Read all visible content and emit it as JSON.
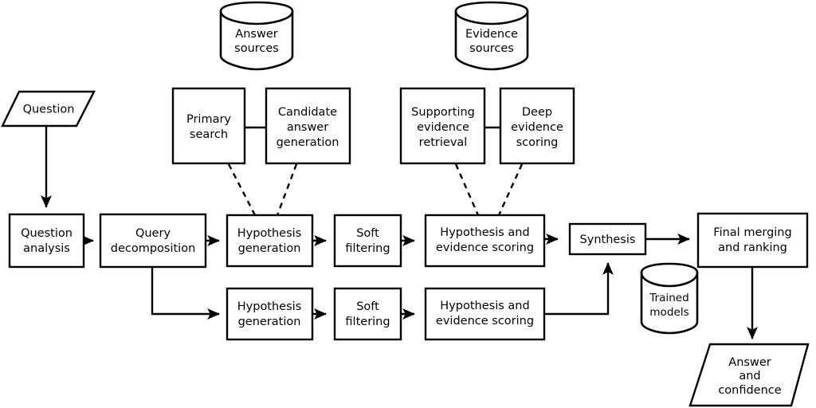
{
  "diagram": {
    "title": "DeepQA question answering pipeline",
    "background_color": "#ffffff",
    "line_color": "#000000",
    "nodes": [
      {
        "id": "question",
        "shape": "parallelogram",
        "lines": [
          "Question"
        ]
      },
      {
        "id": "answer-sources",
        "shape": "cylinder",
        "lines": [
          "Answer",
          "sources"
        ]
      },
      {
        "id": "evidence-sources",
        "shape": "cylinder",
        "lines": [
          "Evidence",
          "sources"
        ]
      },
      {
        "id": "primary-search",
        "shape": "rect",
        "lines": [
          "Primary",
          "search"
        ]
      },
      {
        "id": "candidate-answer-generation",
        "shape": "rect",
        "lines": [
          "Candidate",
          "answer",
          "generation"
        ]
      },
      {
        "id": "supporting-evidence-retrieval",
        "shape": "rect",
        "lines": [
          "Supporting",
          "evidence",
          "retrieval"
        ]
      },
      {
        "id": "deep-evidence-scoring",
        "shape": "rect",
        "lines": [
          "Deep",
          "evidence",
          "scoring"
        ]
      },
      {
        "id": "question-analysis",
        "shape": "rect",
        "lines": [
          "Question",
          "analysis"
        ]
      },
      {
        "id": "query-decomposition",
        "shape": "rect",
        "lines": [
          "Query",
          "decomposition"
        ]
      },
      {
        "id": "hypothesis-generation-top",
        "shape": "rect",
        "lines": [
          "Hypothesis",
          "generation"
        ]
      },
      {
        "id": "soft-filtering-top",
        "shape": "rect",
        "lines": [
          "Soft",
          "filtering"
        ]
      },
      {
        "id": "hypothesis-evidence-scoring-top",
        "shape": "rect",
        "lines": [
          "Hypothesis and",
          "evidence scoring"
        ]
      },
      {
        "id": "hypothesis-generation-bottom",
        "shape": "rect",
        "lines": [
          "Hypothesis",
          "generation"
        ]
      },
      {
        "id": "soft-filtering-bottom",
        "shape": "rect",
        "lines": [
          "Soft",
          "filtering"
        ]
      },
      {
        "id": "hypothesis-evidence-scoring-bottom",
        "shape": "rect",
        "lines": [
          "Hypothesis and",
          "evidence scoring"
        ]
      },
      {
        "id": "synthesis",
        "shape": "rect",
        "lines": [
          "Synthesis"
        ]
      },
      {
        "id": "trained-models",
        "shape": "cylinder",
        "lines": [
          "Trained",
          "models"
        ]
      },
      {
        "id": "final-merging-and-ranking",
        "shape": "rect",
        "lines": [
          "Final merging",
          "and ranking"
        ]
      },
      {
        "id": "answer-and-confidence",
        "shape": "parallelogram",
        "lines": [
          "Answer",
          "and",
          "confidence"
        ]
      }
    ],
    "labels": {
      "question": "Question",
      "answer_sources_l1": "Answer",
      "answer_sources_l2": "sources",
      "evidence_sources_l1": "Evidence",
      "evidence_sources_l2": "sources",
      "primary_search_l1": "Primary",
      "primary_search_l2": "search",
      "candidate_answer_l1": "Candidate",
      "candidate_answer_l2": "answer",
      "candidate_answer_l3": "generation",
      "supporting_evidence_l1": "Supporting",
      "supporting_evidence_l2": "evidence",
      "supporting_evidence_l3": "retrieval",
      "deep_evidence_l1": "Deep",
      "deep_evidence_l2": "evidence",
      "deep_evidence_l3": "scoring",
      "question_analysis_l1": "Question",
      "question_analysis_l2": "analysis",
      "query_decomposition_l1": "Query",
      "query_decomposition_l2": "decomposition",
      "hypothesis_generation_l1": "Hypothesis",
      "hypothesis_generation_l2": "generation",
      "soft_filtering_l1": "Soft",
      "soft_filtering_l2": "filtering",
      "hyp_evidence_scoring_l1": "Hypothesis and",
      "hyp_evidence_scoring_l2": "evidence scoring",
      "hypothesis_generation_b_l1": "Hypothesis",
      "hypothesis_generation_b_l2": "generation",
      "soft_filtering_b_l1": "Soft",
      "soft_filtering_b_l2": "filtering",
      "hyp_evidence_scoring_b_l1": "Hypothesis and",
      "hyp_evidence_scoring_b_l2": "evidence scoring",
      "synthesis": "Synthesis",
      "trained_models_l1": "Trained",
      "trained_models_l2": "models",
      "final_merging_l1": "Final merging",
      "final_merging_l2": "and ranking",
      "answer_conf_l1": "Answer",
      "answer_conf_l2": "and",
      "answer_conf_l3": "confidence"
    },
    "edges": [
      {
        "from": "question",
        "to": "question-analysis",
        "style": "solid-arrow"
      },
      {
        "from": "question-analysis",
        "to": "query-decomposition",
        "style": "solid-arrow"
      },
      {
        "from": "query-decomposition",
        "to": "hypothesis-generation-top",
        "style": "solid-arrow"
      },
      {
        "from": "query-decomposition",
        "to": "hypothesis-generation-bottom",
        "style": "solid-arrow-elbow"
      },
      {
        "from": "hypothesis-generation-top",
        "to": "soft-filtering-top",
        "style": "solid-arrow"
      },
      {
        "from": "soft-filtering-top",
        "to": "hypothesis-evidence-scoring-top",
        "style": "solid-arrow"
      },
      {
        "from": "hypothesis-evidence-scoring-top",
        "to": "synthesis",
        "style": "solid-arrow"
      },
      {
        "from": "hypothesis-generation-bottom",
        "to": "soft-filtering-bottom",
        "style": "solid-arrow"
      },
      {
        "from": "soft-filtering-bottom",
        "to": "hypothesis-evidence-scoring-bottom",
        "style": "solid-arrow"
      },
      {
        "from": "hypothesis-evidence-scoring-bottom",
        "to": "synthesis",
        "style": "solid-arrow-elbow"
      },
      {
        "from": "synthesis",
        "to": "final-merging-and-ranking",
        "style": "solid-arrow"
      },
      {
        "from": "final-merging-and-ranking",
        "to": "answer-and-confidence",
        "style": "solid-arrow"
      },
      {
        "from": "answer-sources",
        "to": "primary-search",
        "style": "none"
      },
      {
        "from": "primary-search",
        "to": "candidate-answer-generation",
        "style": "plain-line"
      },
      {
        "from": "primary-search",
        "to": "hypothesis-generation-top",
        "style": "dashed"
      },
      {
        "from": "candidate-answer-generation",
        "to": "hypothesis-generation-top",
        "style": "dashed"
      },
      {
        "from": "supporting-evidence-retrieval",
        "to": "deep-evidence-scoring",
        "style": "plain-line"
      },
      {
        "from": "supporting-evidence-retrieval",
        "to": "hypothesis-evidence-scoring-top",
        "style": "dashed"
      },
      {
        "from": "deep-evidence-scoring",
        "to": "hypothesis-evidence-scoring-top",
        "style": "dashed"
      }
    ]
  }
}
